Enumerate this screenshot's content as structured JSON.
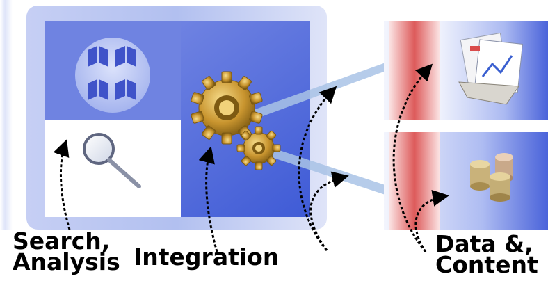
{
  "labels": {
    "search_analysis": [
      "Search,",
      "Analysis"
    ],
    "integration": "Integration",
    "data_content": [
      "Data &,",
      "Content"
    ]
  },
  "icons": {
    "search_panel": [
      "cube-grid-icon",
      "magnifier-icon"
    ],
    "integration": "gears-icon",
    "data_panels": [
      "document-chart-icon",
      "database-cylinders-icon"
    ]
  },
  "colors": {
    "panel_blue": "#5d74e0",
    "panel_glow": "#aab8ef",
    "connector": "#a9c3e6",
    "data_tab_red": "#e06c6c",
    "gear_gold": "#c9952f",
    "arrow": "#000000"
  }
}
